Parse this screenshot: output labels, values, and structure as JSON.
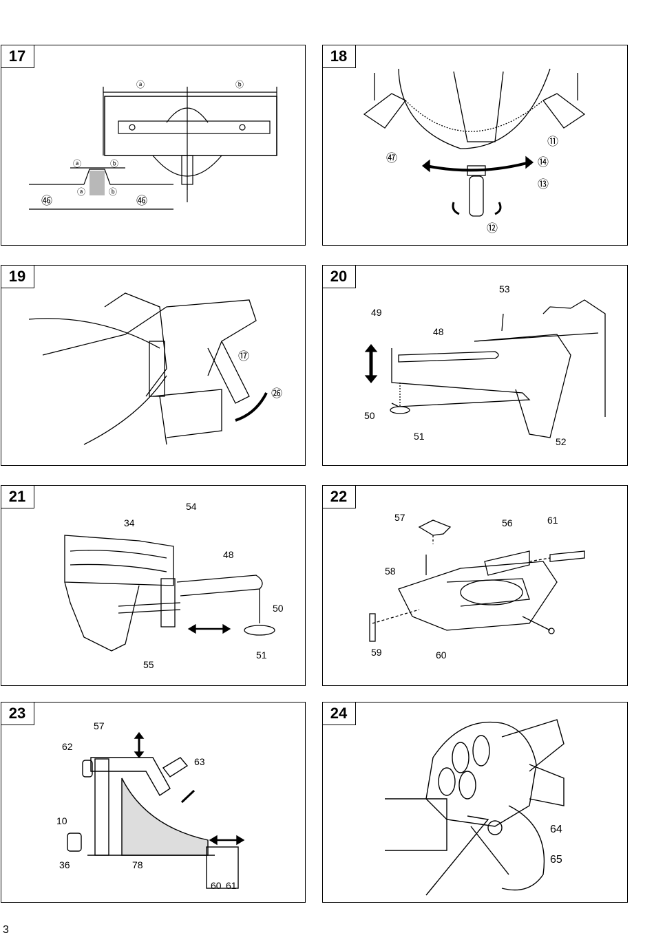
{
  "page_number": "3",
  "figures": [
    {
      "number": "17",
      "labels": [
        "ⓐ",
        "ⓑ",
        "ⓐ",
        "ⓑ",
        "ⓐ",
        "ⓑ",
        "㊻",
        "㊻"
      ]
    },
    {
      "number": "18",
      "labels": [
        "㊼",
        "⑪",
        "⑭",
        "⑬",
        "⑫"
      ]
    },
    {
      "number": "19",
      "labels": [
        "⑰",
        "㉖"
      ]
    },
    {
      "number": "20",
      "labels": [
        "53",
        "49",
        "48",
        "50",
        "51",
        "52"
      ]
    },
    {
      "number": "21",
      "labels": [
        "34",
        "54",
        "48",
        "50",
        "51",
        "55"
      ]
    },
    {
      "number": "22",
      "labels": [
        "57",
        "56",
        "61",
        "58",
        "59",
        "60"
      ]
    },
    {
      "number": "23",
      "labels": [
        "57",
        "62",
        "63",
        "10",
        "36",
        "78",
        "60",
        "61"
      ]
    },
    {
      "number": "24",
      "labels": [
        "64",
        "65"
      ]
    }
  ]
}
